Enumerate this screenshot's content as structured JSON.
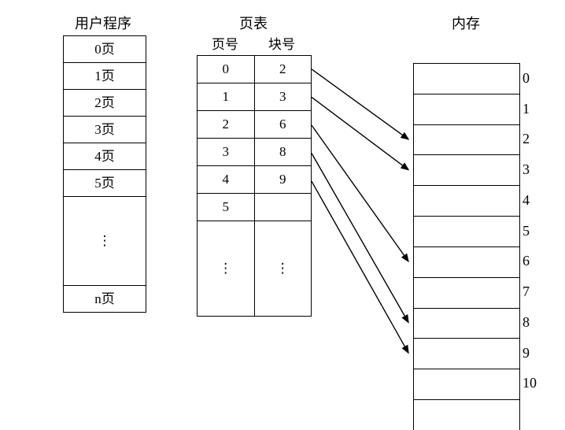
{
  "user_program": {
    "title": "用户程序",
    "rows": [
      "0页",
      "1页",
      "2页",
      "3页",
      "4页",
      "5页",
      "⋮",
      "n页"
    ]
  },
  "page_table": {
    "title": "页表",
    "headers": [
      "页号",
      "块号"
    ],
    "rows": [
      [
        "0",
        "2"
      ],
      [
        "1",
        "3"
      ],
      [
        "2",
        "6"
      ],
      [
        "3",
        "8"
      ],
      [
        "4",
        "9"
      ],
      [
        "5",
        ""
      ],
      [
        "⋮",
        "⋮"
      ]
    ]
  },
  "memory": {
    "title": "内存",
    "block_labels": [
      "0",
      "1",
      "2",
      "3",
      "4",
      "5",
      "6",
      "7",
      "8",
      "9",
      "10",
      ""
    ]
  },
  "arrows": [
    {
      "page_row": 0,
      "block": 2
    },
    {
      "page_row": 1,
      "block": 3
    },
    {
      "page_row": 2,
      "block": 6
    },
    {
      "page_row": 3,
      "block": 8
    },
    {
      "page_row": 4,
      "block": 9
    }
  ]
}
